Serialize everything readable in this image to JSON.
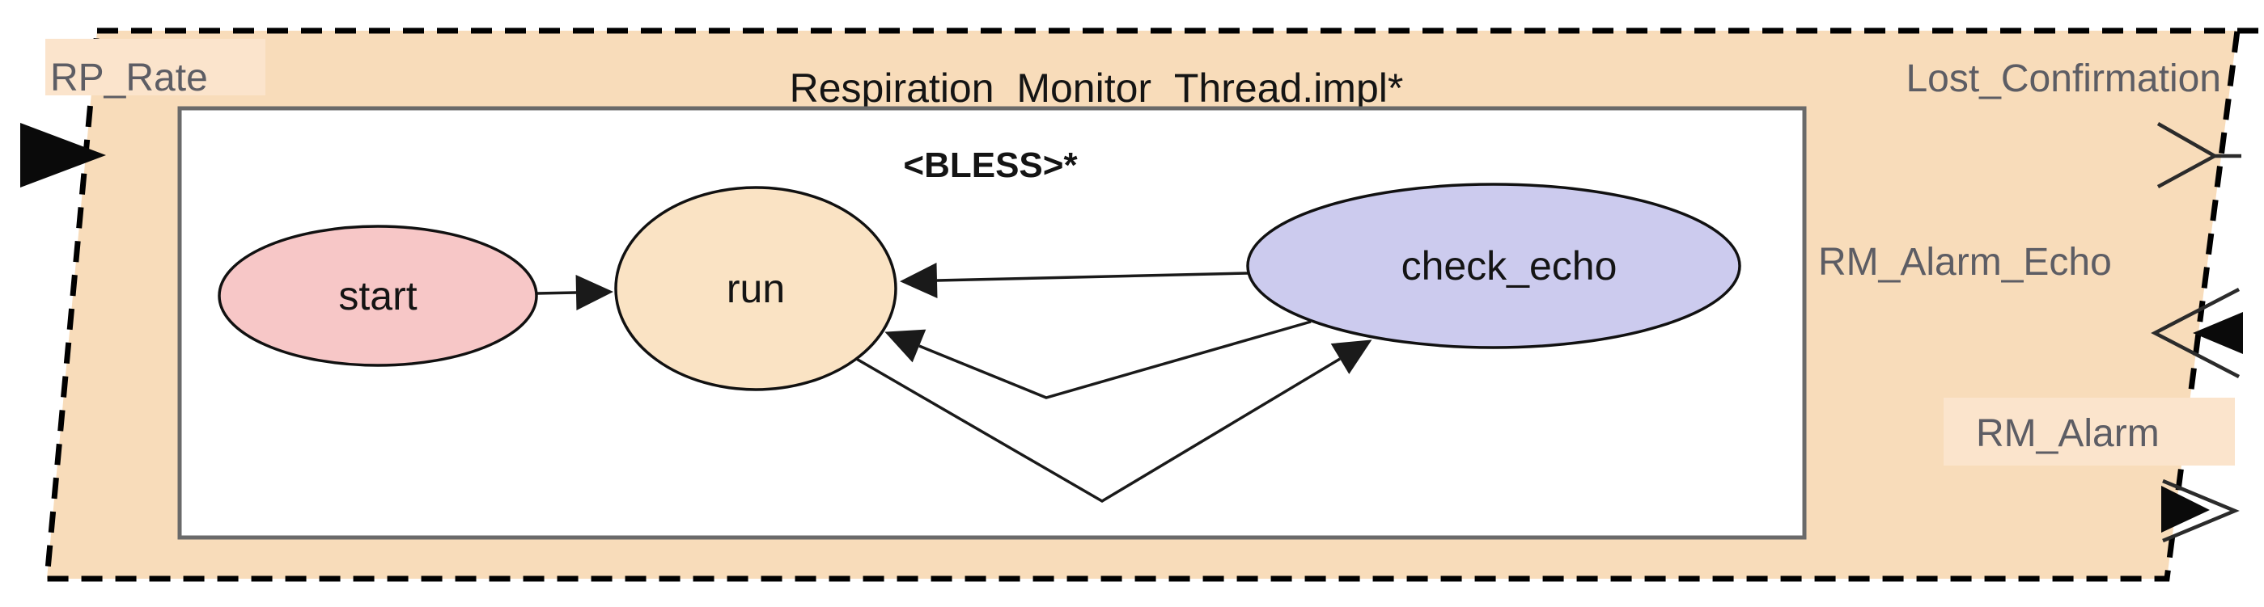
{
  "component": {
    "title": "Respiration_Monitor_Thread.impl*",
    "category": "thread implementation",
    "annex_label": "<BLESS>*",
    "fill": "#f8dcba",
    "label_highlight_fill": "#fbe4cc"
  },
  "ports": {
    "rp_rate": {
      "label": "RP_Rate",
      "side": "left",
      "direction": "in",
      "kind": "data"
    },
    "lost_confirmation": {
      "label": "Lost_Confirmation",
      "side": "right",
      "direction": "out",
      "kind": "event"
    },
    "rm_alarm_echo": {
      "label": "RM_Alarm_Echo",
      "side": "right",
      "direction": "in",
      "kind": "event data"
    },
    "rm_alarm": {
      "label": "RM_Alarm",
      "side": "right",
      "direction": "out",
      "kind": "event data"
    }
  },
  "state_machine": {
    "states": {
      "start": {
        "label": "start",
        "fill": "#f7c7c7"
      },
      "run": {
        "label": "run",
        "fill": "#fae3c4"
      },
      "check_echo": {
        "label": "check_echo",
        "fill": "#cccbee"
      }
    },
    "transitions": [
      {
        "from": "start",
        "to": "run",
        "shape": "straight"
      },
      {
        "from": "check_echo",
        "to": "run",
        "shape": "straight"
      },
      {
        "from": "check_echo",
        "to": "run",
        "shape": "lower-v"
      },
      {
        "from": "run",
        "to": "check_echo",
        "shape": "lower-v"
      }
    ]
  },
  "colors": {
    "component_fill": "#f8dcba",
    "label_highlight": "#fbe4cc",
    "dashed_border": "#000000",
    "inner_box_border": "#6a6a6a",
    "inner_box_fill": "#ffffff",
    "port_label_text": "#5d5d64",
    "state_border": "#111111"
  }
}
